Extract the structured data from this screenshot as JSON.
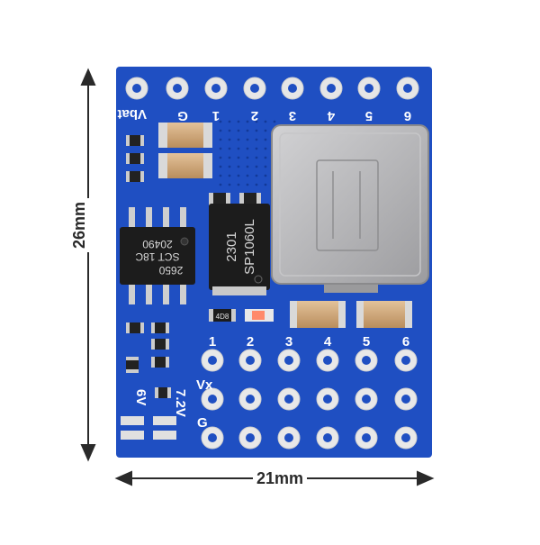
{
  "dimensions": {
    "width": "21mm",
    "height": "26mm"
  },
  "top_pads": [
    "Vbat",
    "G",
    "1",
    "2",
    "3",
    "4",
    "5",
    "6"
  ],
  "bottom_numbers": [
    "1",
    "2",
    "3",
    "4",
    "5",
    "6"
  ],
  "row_labels": [
    "Vx",
    "G"
  ],
  "voltage_labels": [
    "6V",
    "7.2V"
  ],
  "chip_left": {
    "lines": [
      "2650",
      "SCT 18C",
      "20490"
    ]
  },
  "chip_right": {
    "lines": [
      "2301",
      "SP1060L"
    ]
  },
  "small_label": "4D8",
  "colors": {
    "board": "#1f4fc2",
    "inductor": "#b6b6b8",
    "chip": "#1c1c1c",
    "capacitor": "#c8a27a",
    "silk": "#ffffff"
  }
}
